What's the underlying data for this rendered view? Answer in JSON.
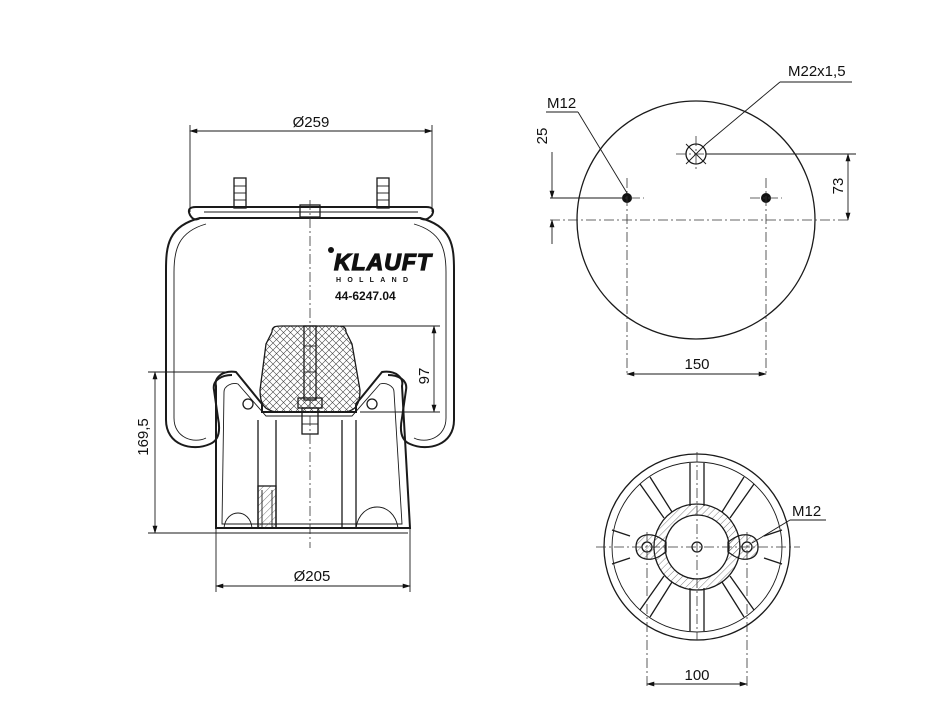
{
  "brand": {
    "logo_text": "KLAUFT",
    "logo_subtext": "HOLLAND",
    "part_number": "44-6247.04"
  },
  "side_view": {
    "top_diameter": "Ø259",
    "piston_diameter": "Ø205",
    "height": "169,5",
    "piston_height": "97"
  },
  "top_view": {
    "air_fitting": "M22x1,5",
    "stud_thread": "M12",
    "offset_25": "25",
    "offset_73": "73",
    "stud_spacing": "150"
  },
  "bottom_view": {
    "stud_thread": "M12",
    "stud_spacing": "100"
  },
  "colors": {
    "line": "#1a1a1a",
    "background": "#ffffff"
  }
}
